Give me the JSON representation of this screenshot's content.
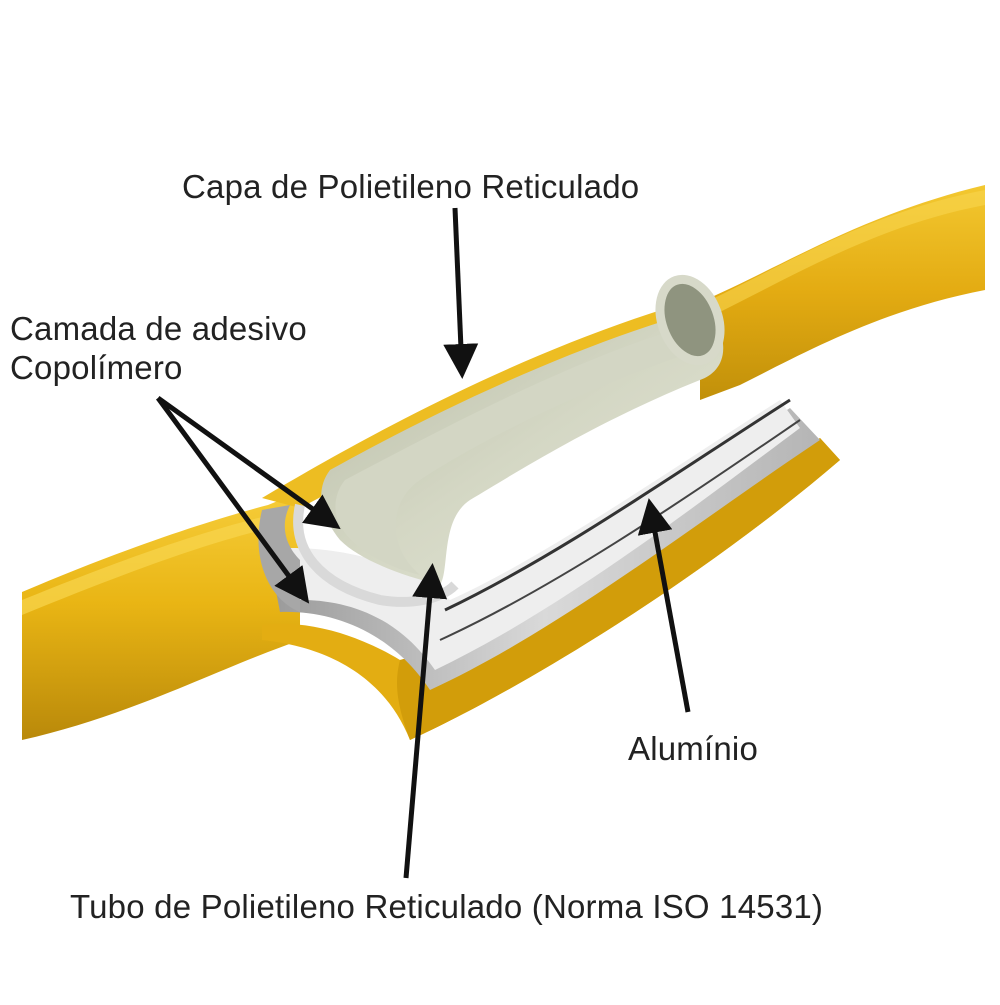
{
  "labels": {
    "capa": "Capa de Polietileno Reticulado",
    "camada_line1": "Camada de adesivo",
    "camada_line2": "Copolímero",
    "aluminio": "Alumínio",
    "tubo": "Tubo de Polietileno Reticulado (Norma ISO 14531)"
  },
  "colors": {
    "yellow_outer": "#e2ac10",
    "yellow_light": "#f4c62a",
    "yellow_dark": "#b98a06",
    "inner_tube": "#c9ccb8",
    "aluminum": "#c8c8c8",
    "adhesive": "#e6e6e6",
    "arrow": "#111111"
  }
}
